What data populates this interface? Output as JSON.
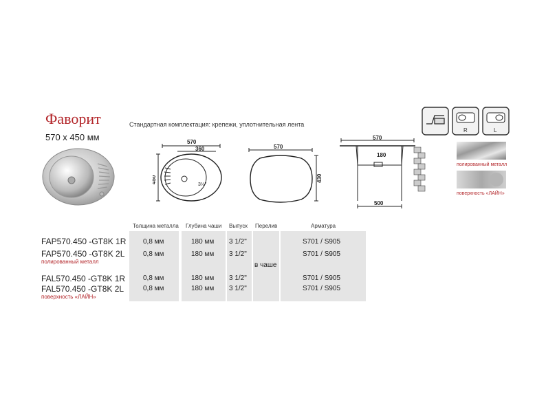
{
  "product": {
    "name": "Фаворит",
    "size": "570 x 450 мм",
    "kit": "Стандартная комплектация: крепежи, уплотнительная лента"
  },
  "drawing_top": {
    "width": "570",
    "drain": "360",
    "height": "450",
    "outlet": "3½\""
  },
  "drawing_bowl": {
    "width": "570",
    "height": "430"
  },
  "drawing_section": {
    "width": "570",
    "depth": "180",
    "cabinet": "500"
  },
  "icons": {
    "right_label": "R",
    "left_label": "L"
  },
  "finishes": {
    "polished": "полированный металл",
    "line": "поверхность «ЛАЙН»"
  },
  "table": {
    "headers": {
      "thickness": "Толщина металла",
      "depth": "Глубина чаши",
      "outlet": "Выпуск",
      "overflow": "Перелив",
      "fittings": "Арматура"
    },
    "overflow_value": "в чаше",
    "rows": [
      {
        "model": "FAP570.450 -GT8K 1R",
        "thickness": "0,8 мм",
        "depth": "180 мм",
        "outlet": "3 1/2\"",
        "fittings": "S701 / S905"
      },
      {
        "model": "FAP570.450 -GT8K 2L",
        "thickness": "0,8 мм",
        "depth": "180 мм",
        "outlet": "3 1/2\"",
        "fittings": "S701 / S905"
      },
      {
        "model": "FAL570.450 -GT8K 1R",
        "thickness": "0,8 мм",
        "depth": "180 мм",
        "outlet": "3 1/2\"",
        "fittings": "S701 / S905"
      },
      {
        "model": "FAL570.450 -GT8K 2L",
        "thickness": "0,8 мм",
        "depth": "180 мм",
        "outlet": "3 1/2\"",
        "fittings": "S701 / S905"
      }
    ],
    "group_labels": [
      "полированный металл",
      "поверхность «ЛАЙН»"
    ]
  }
}
